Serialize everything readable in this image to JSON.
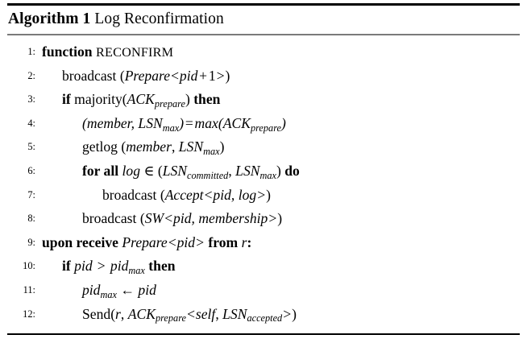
{
  "caption": {
    "label": "Algorithm 1",
    "title": "Log Reconfirmation"
  },
  "colors": {
    "text": "#000000",
    "rule_top": "#000000",
    "rule_title": "#7a7a7a",
    "rule_bottom": "#000000",
    "background": "#ffffff"
  },
  "lines": [
    {
      "number": "1:",
      "indent": 0,
      "plain": "function RECONFIRM"
    },
    {
      "number": "2:",
      "indent": 1,
      "plain": "broadcast (Prepare<pid + 1>)"
    },
    {
      "number": "3:",
      "indent": 1,
      "plain": "if majority(ACKprepare) then"
    },
    {
      "number": "4:",
      "indent": 2,
      "plain": "(member, LSNmax) = max(ACKprepare)"
    },
    {
      "number": "5:",
      "indent": 2,
      "plain": "getlog (member, LSNmax)"
    },
    {
      "number": "6:",
      "indent": 2,
      "plain": "for all log ∈ (LSNcommitted, LSNmax) do"
    },
    {
      "number": "7:",
      "indent": 3,
      "plain": "broadcast (Accept<pid, log>)"
    },
    {
      "number": "8:",
      "indent": 2,
      "plain": "broadcast (SW<pid, membership>)"
    },
    {
      "number": "9:",
      "indent": 0,
      "plain": "upon receive Prepare<pid> from r:"
    },
    {
      "number": "10:",
      "indent": 1,
      "plain": "if pid > pidmax then"
    },
    {
      "number": "11:",
      "indent": 2,
      "plain": "pidmax ← pid"
    },
    {
      "number": "12:",
      "indent": 2,
      "plain": "Send(r, ACKprepare<self, LSNaccepted>)"
    }
  ],
  "tokens": {
    "kw_function": "function",
    "name_reconfirm": "RECONFIRM",
    "op_broadcast": "broadcast",
    "msg_prepare": "Prepare",
    "var_pid": "pid",
    "num_one": "1",
    "kw_if": "if",
    "fn_majority": "majority",
    "var_ack": "ACK",
    "sub_prepare": "prepare",
    "kw_then": "then",
    "var_member": "member",
    "var_lsn": "LSN",
    "sub_max": "max",
    "fn_max": "max",
    "op_getlog": "getlog",
    "kw_forall": "for all",
    "var_log": "log",
    "sub_committed": "committed",
    "kw_do": "do",
    "msg_accept": "Accept",
    "msg_sw": "SW",
    "var_membership": "membership",
    "kw_upon_receive": "upon receive",
    "kw_from": "from",
    "var_r": "r",
    "var_pidmax_base": "pid",
    "op_send": "Send",
    "var_self": "self",
    "sub_accepted": "accepted"
  }
}
